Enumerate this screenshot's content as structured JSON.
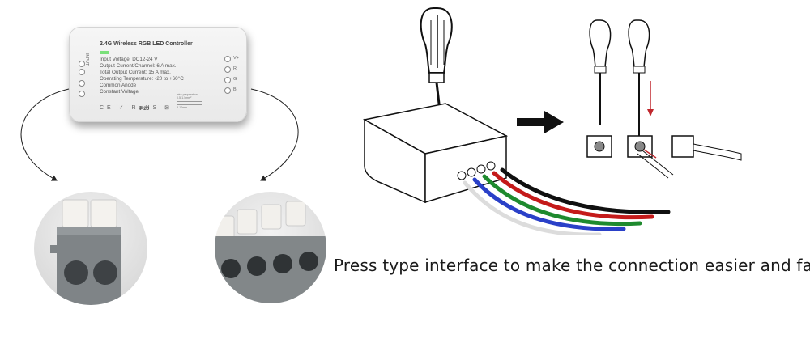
{
  "controller": {
    "title": "2.4G Wireless RGB LED Controller",
    "specs": [
      "Input Voltage: DC12-24 V",
      "Output Current/Channel: 6 A max.",
      "Total Output Current:  15 A max.",
      "Operating Temperature: -20 to +60°C",
      "Common Anode",
      "Constant Voltage"
    ],
    "input_label": "INPUT",
    "output_pins": [
      "V+",
      "R",
      "G",
      "B"
    ],
    "wire_prep": "wire preparation\n0.5-1.5mm²",
    "wire_length": "8-10mm",
    "ip_rating": "IP20",
    "cert_icons": "CE ✓ RoHS ⊠"
  },
  "caption": "Press type interface to make the connection easier and fast",
  "wires": [
    "#101010",
    "#c41a1a",
    "#1e8a2e",
    "#2a40c8",
    "#dcdcdc"
  ]
}
